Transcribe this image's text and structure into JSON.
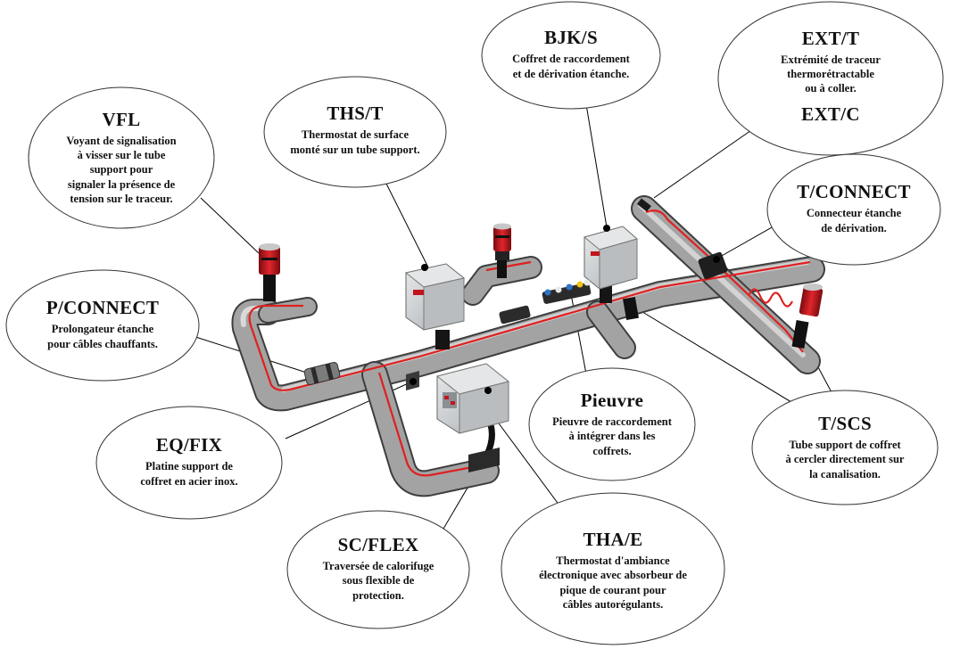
{
  "callouts": {
    "vfl": {
      "title": "VFL",
      "lines": [
        "Voyant de signalisation",
        "à visser sur le tube",
        "support pour",
        "signaler la présence de",
        "tension sur le traceur."
      ]
    },
    "ths": {
      "title": "THS/T",
      "lines": [
        "Thermostat de surface",
        "monté sur un tube support."
      ]
    },
    "bjk": {
      "title": "BJK/S",
      "lines": [
        "Coffret de raccordement",
        "et de dérivation étanche."
      ]
    },
    "ext": {
      "title": "EXT/T",
      "lines": [
        "Extrémité de traceur",
        "thermorétractable",
        "ou à coller."
      ],
      "title2": "EXT/C"
    },
    "tconnect": {
      "title": "T/CONNECT",
      "lines": [
        "Connecteur étanche",
        "de dérivation."
      ]
    },
    "pconnect": {
      "title": "P/CONNECT",
      "lines": [
        "Prolongateur étanche",
        "pour câbles chauffants."
      ]
    },
    "eqfix": {
      "title": "EQ/FIX",
      "lines": [
        "Platine support de",
        "coffret en acier inox."
      ]
    },
    "pieuvre": {
      "title": "Pieuvre",
      "lines": [
        "Pieuvre de raccordement",
        "à intégrer dans les",
        "coffrets."
      ]
    },
    "tscs": {
      "title": "T/SCS",
      "lines": [
        "Tube support de coffret",
        "à cercler directement sur",
        "la canalisation."
      ]
    },
    "scflex": {
      "title": "SC/FLEX",
      "lines": [
        "Traversée de calorifuge",
        "sous flexible de",
        "protection."
      ]
    },
    "thae": {
      "title": "THA/E",
      "lines": [
        "Thermostat d'ambiance",
        "électronique avec absorbeur de",
        "pique de courant pour",
        "câbles autorégulants."
      ]
    }
  },
  "colors": {
    "pipe": "#8c8c8c",
    "cable": "#e02020",
    "box": "#c9ccce",
    "lamp": "#c0151c",
    "leader": "#000000"
  }
}
